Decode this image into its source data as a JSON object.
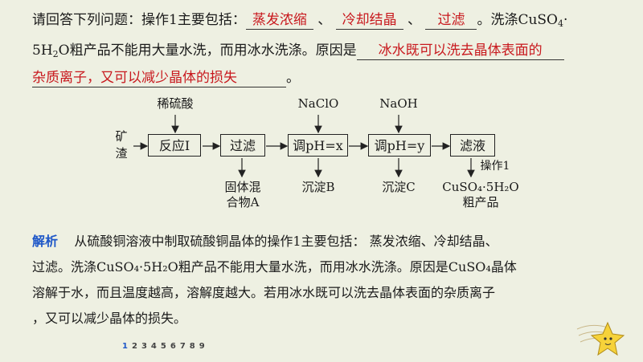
{
  "question": {
    "prefix": "请回答下列问题：操作1主要包括：",
    "ans1": "蒸发浓缩",
    "sep1": "、",
    "ans2": "冷却结晶",
    "sep2": "、",
    "ans3": "过滤",
    "after": "。洗涤CuSO",
    "after_sub": "4",
    "after_dot": "·",
    "line2_a": "5H",
    "line2_sub": "2",
    "line2_b": "O粗产品不能用大量水洗，而用冰水洗涤。原因是",
    "ans4a": "冰水既可以洗去晶体表面的",
    "ans4b": "杂质离子，又可以减少晶体的损失",
    "end": "。"
  },
  "flow": {
    "start": "矿渣",
    "start_a": "矿",
    "start_b": "渣",
    "box1": "反应Ⅰ",
    "box2": "过滤",
    "box3": "调pH=x",
    "box4": "调pH=y",
    "box5": "滤液",
    "in1": "稀硫酸",
    "in2": "NaClO",
    "in3": "NaOH",
    "out1a": "固体混",
    "out1b": "合物A",
    "out2": "沉淀B",
    "out3": "沉淀C",
    "op": "操作1",
    "prod_a": "CuSO₄·5H₂O",
    "prod_b": "粗产品"
  },
  "explanation": {
    "key": "解析",
    "l1": "从硫酸铜溶液中制取硫酸铜晶体的操作1主要包括：  蒸发浓缩、冷却结晶、",
    "l2": "过滤。洗涤CuSO₄·5H₂O粗产品不能用大量水洗，而用冰水洗涤。原因是CuSO₄晶体",
    "l3": "溶解于水，而且温度越高，溶解度越大。若用冰水既可以洗去晶体表面的杂质离子",
    "l4": "，又可以减少晶体的损失。"
  },
  "pager": [
    "1",
    "2",
    "3",
    "4",
    "5",
    "6",
    "7",
    "8",
    "9"
  ],
  "colors": {
    "answer": "#c8191e",
    "key": "#1e57c8",
    "bg": "#eef0e2"
  }
}
